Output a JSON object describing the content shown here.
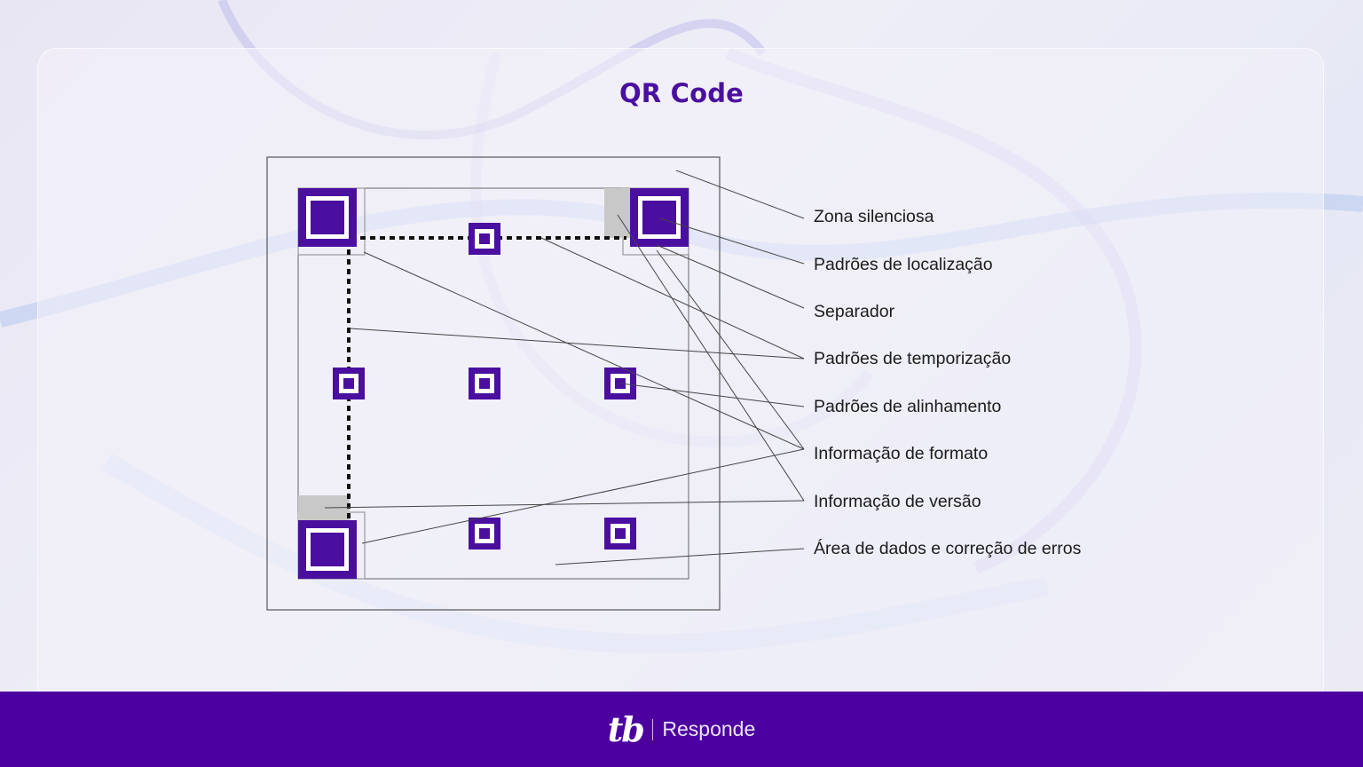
{
  "title": "QR Code",
  "labels": [
    "Zona silenciosa",
    "Padrões de localização",
    "Separador",
    "Padrões de temporização",
    "Padrões de alinhamento",
    "Informação de formato",
    "Informação de versão",
    "Área de dados e correção de erros"
  ],
  "footer": {
    "logo_text": "tb",
    "brand_name": "Responde"
  },
  "colors": {
    "accent": "#4c00a0",
    "finder": "#4b0fa0",
    "gray_module": "#c8c8c8",
    "text": "#1c1c1c"
  },
  "icons": {
    "finder_pattern": "finder-square-icon",
    "alignment_pattern": "alignment-square-icon"
  }
}
